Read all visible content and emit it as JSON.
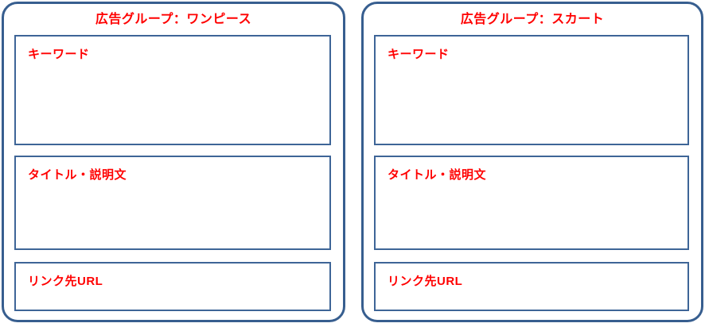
{
  "colors": {
    "background": "#FFFFFF",
    "outer_border": "#375E8F",
    "inner_border": "#3E6597",
    "label_text": "#FF0000"
  },
  "panels": [
    {
      "title": "広告グループ：ワンピース",
      "boxes": [
        {
          "label": "キーワード"
        },
        {
          "label": "タイトル・説明文"
        },
        {
          "label": "リンク先URL"
        }
      ]
    },
    {
      "title": "広告グループ：スカート",
      "boxes": [
        {
          "label": "キーワード"
        },
        {
          "label": "タイトル・説明文"
        },
        {
          "label": "リンク先URL"
        }
      ]
    }
  ]
}
